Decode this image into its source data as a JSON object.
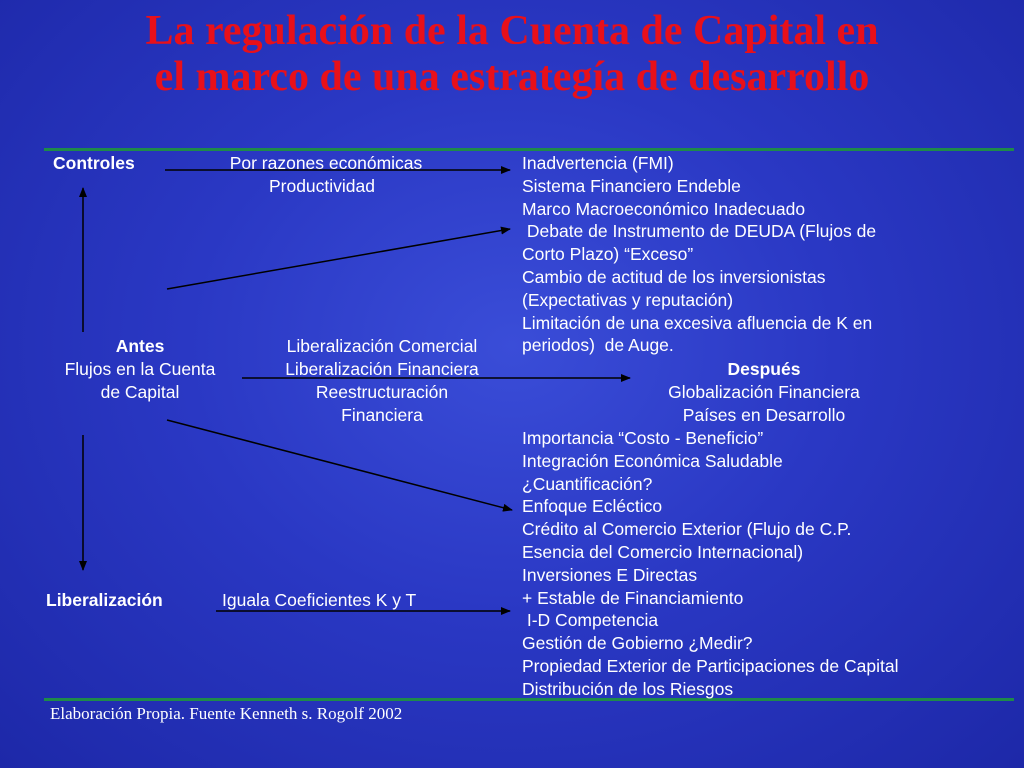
{
  "title": {
    "line1": "La regulación de la Cuenta de Capital en",
    "line2": "el marco de una estrategía de desarrollo"
  },
  "left": {
    "controles": "Controles",
    "antes": "Antes",
    "flujos_line1": "Flujos en la Cuenta",
    "flujos_line2": "de Capital",
    "liberalizacion": "Liberalización"
  },
  "middle": {
    "razones_line1": "Por razones económicas",
    "razones_line2": "Productividad",
    "lib_line1": "Liberalización Comercial",
    "lib_line2": "Liberalización Financiera",
    "lib_line3": "Reestructuración",
    "lib_line4": "Financiera",
    "iguala": "Iguala Coeficientes K y T"
  },
  "right": {
    "top_items": [
      "Inadvertencia (FMI)",
      "Sistema Financiero Endeble",
      "Marco Macroeconómico Inadecuado",
      " Debate de Instrumento de DEUDA (Flujos de",
      "Corto Plazo) “Exceso”",
      "Cambio de actitud de los inversionistas",
      "(Expectativas y reputación)",
      "Limitación de una excesiva afluencia de K en",
      "periodos)  de Auge."
    ],
    "despues": "Después",
    "despues_line1": "Globalización Financiera",
    "despues_line2": "Países en Desarrollo",
    "bottom_items": [
      "Importancia “Costo - Beneficio”",
      "Integración Económica Saludable",
      "¿Cuantificación?",
      "Enfoque Ecléctico",
      "Crédito al Comercio Exterior (Flujo de C.P.",
      "Esencia del Comercio Internacional)",
      "Inversiones E Directas",
      "+ Estable de Financiamiento",
      " I-D Competencia",
      "Gestión de Gobierno ¿Medir?",
      "Propiedad Exterior de Participaciones de Capital",
      "Distribución de los Riesgos"
    ]
  },
  "footer": "Elaboración Propia. Fuente Kenneth s. Rogolf 2002",
  "colors": {
    "title": "#e8101a",
    "rule": "#1e8a4a",
    "background": "#2a38c4",
    "text": "#ffffff"
  }
}
